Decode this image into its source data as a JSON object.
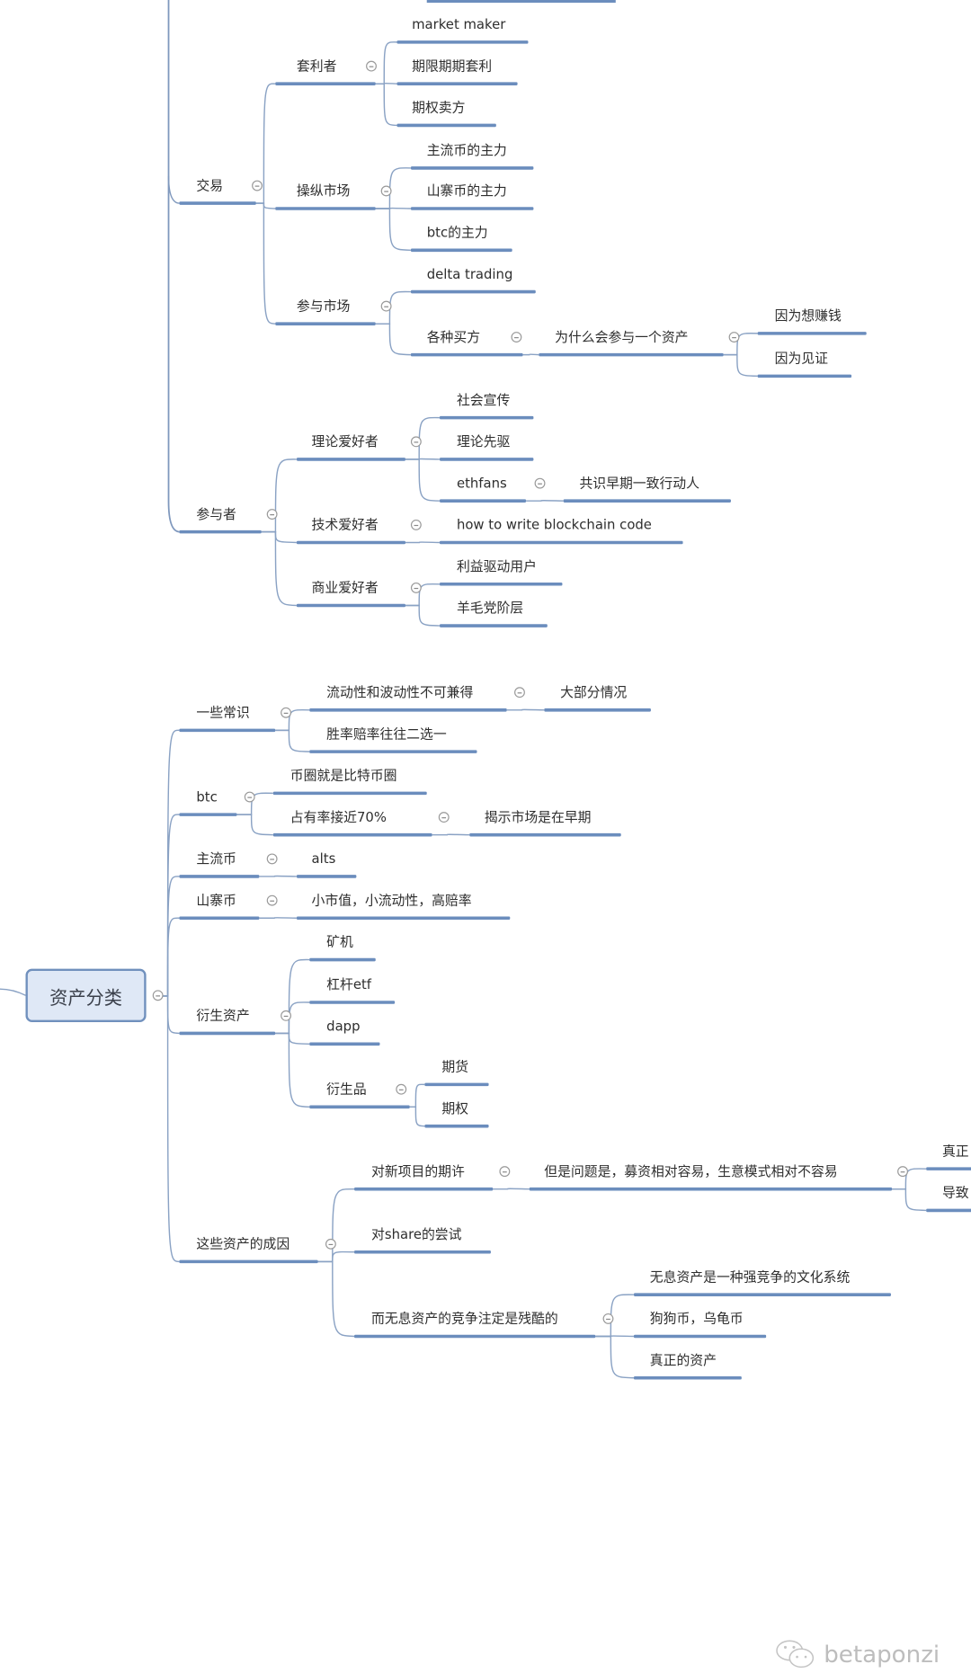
{
  "upper_tree": {
    "children": [
      {
        "label": "交易",
        "children": [
          {
            "label": "套利者",
            "children": [
              {
                "label": "market maker"
              },
              {
                "label": "期限期期套利"
              },
              {
                "label": "期权卖方"
              }
            ]
          },
          {
            "label": "操纵市场",
            "children": [
              {
                "label": "主流币的主力"
              },
              {
                "label": "山寨币的主力"
              },
              {
                "label": "btc的主力"
              }
            ]
          },
          {
            "label": "参与市场",
            "children": [
              {
                "label": "delta trading"
              },
              {
                "label": "各种买方",
                "children": [
                  {
                    "label": "为什么会参与一个资产",
                    "children": [
                      {
                        "label": "因为想赚钱"
                      },
                      {
                        "label": "因为见证"
                      }
                    ]
                  }
                ]
              }
            ]
          }
        ]
      },
      {
        "label": "参与者",
        "children": [
          {
            "label": "理论爱好者",
            "children": [
              {
                "label": "社会宣传"
              },
              {
                "label": "理论先驱"
              },
              {
                "label": "ethfans",
                "children": [
                  {
                    "label": "共识早期一致行动人"
                  }
                ]
              }
            ]
          },
          {
            "label": "技术爱好者",
            "children": [
              {
                "label": "how to write blockchain code"
              }
            ]
          },
          {
            "label": "商业爱好者",
            "children": [
              {
                "label": "利益驱动用户"
              },
              {
                "label": "羊毛党阶层"
              }
            ]
          }
        ]
      }
    ]
  },
  "asset_tree": {
    "label": "资产分类",
    "children": [
      {
        "label": "一些常识",
        "children": [
          {
            "label": "流动性和波动性不可兼得",
            "children": [
              {
                "label": "大部分情况"
              }
            ]
          },
          {
            "label": "胜率赔率往往二选一"
          }
        ]
      },
      {
        "label": "btc",
        "children": [
          {
            "label": "币圈就是比特币圈"
          },
          {
            "label": "占有率接近70%",
            "children": [
              {
                "label": "揭示市场是在早期"
              }
            ]
          }
        ]
      },
      {
        "label": "主流币",
        "children": [
          {
            "label": "alts"
          }
        ]
      },
      {
        "label": "山寨币",
        "children": [
          {
            "label": "小市值，小流动性，高赔率"
          }
        ]
      },
      {
        "label": "衍生资产",
        "children": [
          {
            "label": "矿机"
          },
          {
            "label": "杠杆etf"
          },
          {
            "label": "dapp"
          },
          {
            "label": "衍生品",
            "children": [
              {
                "label": "期货"
              },
              {
                "label": "期权"
              }
            ]
          }
        ]
      },
      {
        "label": "这些资产的成因",
        "children": [
          {
            "label": "对新项目的期许",
            "children": [
              {
                "label": "但是问题是，募资相对容易，生意模式相对不容易",
                "children": [
                  {
                    "label": "真正"
                  },
                  {
                    "label": "导致"
                  }
                ]
              }
            ]
          },
          {
            "label": "对share的尝试"
          },
          {
            "label": "而无息资产的竞争注定是残酷的",
            "children": [
              {
                "label": "无息资产是一种强竞争的文化系统"
              },
              {
                "label": "狗狗币，乌龟币"
              },
              {
                "label": "真正的资产"
              }
            ]
          }
        ]
      }
    ]
  },
  "watermark": {
    "text": "betaponzi",
    "icon": "wechat-icon"
  },
  "colors": {
    "branch_line": "#6b8dbd",
    "connector": "#8aa2c4",
    "root_fill": "#dfe8f6",
    "root_border": "#7090bd"
  }
}
